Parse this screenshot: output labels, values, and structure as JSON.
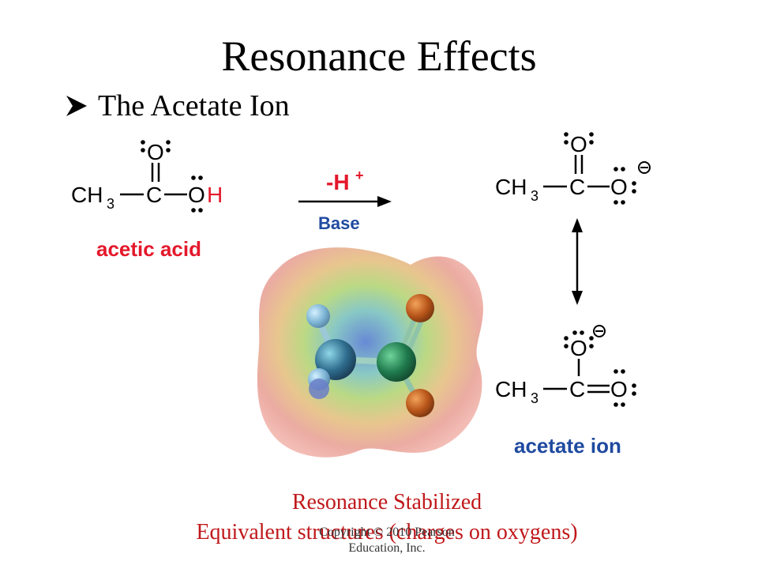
{
  "slide": {
    "title": "Resonance Effects",
    "bullet": "The Acetate Ion",
    "acid_label": "acetic acid",
    "ion_label": "acetate ion",
    "reagent_top": "-H",
    "reagent_top_sup": "+",
    "reagent_bottom": "Base",
    "caption_line1": "Resonance Stabilized",
    "caption_line2": "Equivalent structures (charges on oxygens)",
    "copyright_line1": "Copyright © 2010 Pearson",
    "copyright_line2": "Education, Inc."
  },
  "structures": {
    "acetic_acid": {
      "ch3": "CH",
      "sub3": "3",
      "c": "C",
      "o_top": "O",
      "o_right": "O",
      "h": "H"
    },
    "acetate_1": {
      "ch3": "CH",
      "sub3": "3",
      "c": "C",
      "o_top": "O",
      "o_right": "O",
      "charge": "−"
    },
    "acetate_2": {
      "ch3": "CH",
      "sub3": "3",
      "c": "C",
      "o_top": "O",
      "o_right": "O",
      "charge": "−"
    }
  },
  "colors": {
    "title": "#000000",
    "label_red": "#e4182b",
    "label_blue": "#1f4aa0",
    "caption": "#c0181a",
    "hydrogen_red": "#e4182b",
    "base_blue": "#1f4aa0"
  },
  "icons": [
    "bullet-arrow-icon",
    "reaction-arrow-icon",
    "resonance-arrow-icon",
    "negative-charge-icon",
    "electrostatic-potential-map-image"
  ]
}
